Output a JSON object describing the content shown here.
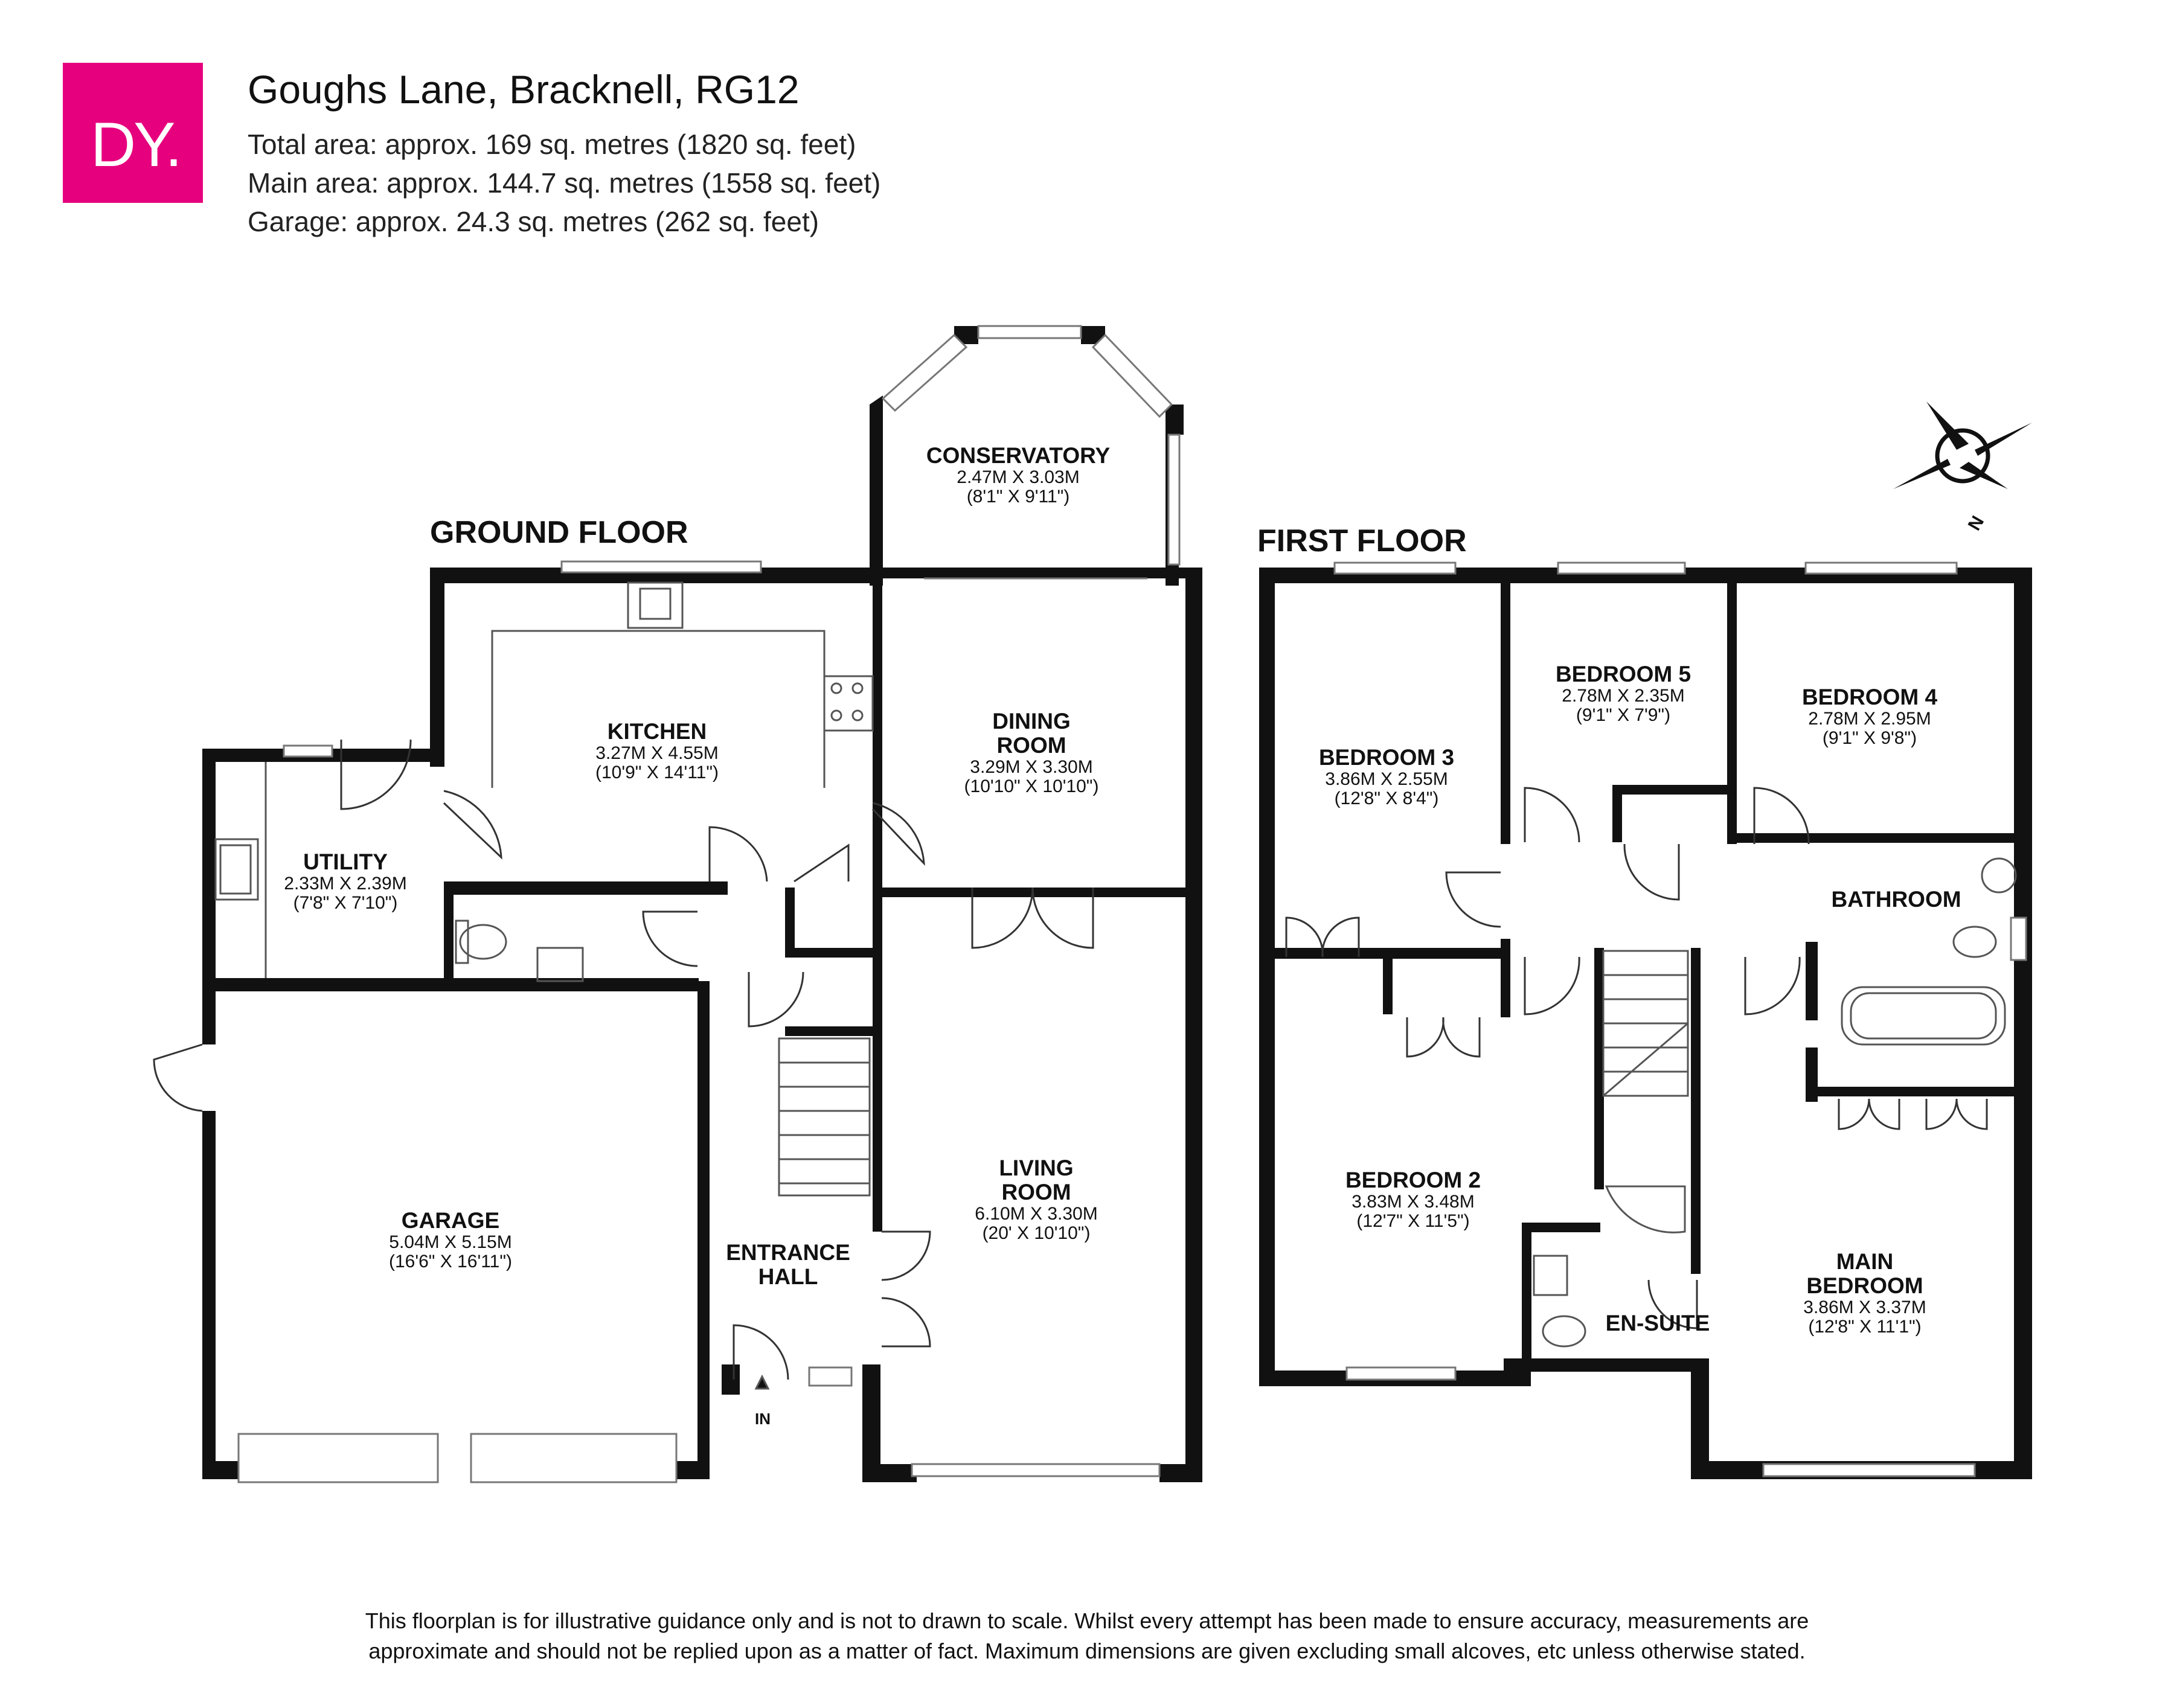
{
  "brand": {
    "logo_text": "DY.",
    "color": "#e6007e"
  },
  "header": {
    "title": "Goughs Lane, Bracknell, RG12",
    "total_area": "Total area: approx. 169 sq. metres (1820 sq. feet)",
    "main_area": "Main area: approx. 144.7 sq. metres (1558 sq. feet)",
    "garage_area": "Garage: approx. 24.3 sq. metres (262 sq. feet)"
  },
  "floors": {
    "ground": {
      "label": "GROUND FLOOR",
      "rooms": {
        "conservatory": {
          "name": "CONSERVATORY",
          "metric": "2.47M X 3.03M",
          "imperial": "(8'1\" X 9'11\")"
        },
        "kitchen": {
          "name": "KITCHEN",
          "metric": "3.27M X 4.55M",
          "imperial": "(10'9\" X 14'11\")"
        },
        "dining": {
          "name1": "DINING",
          "name2": "ROOM",
          "metric": "3.29M X 3.30M",
          "imperial": "(10'10\" X 10'10\")"
        },
        "utility": {
          "name": "UTILITY",
          "metric": "2.33M X 2.39M",
          "imperial": "(7'8\" X 7'10\")"
        },
        "garage": {
          "name": "GARAGE",
          "metric": "5.04M X 5.15M",
          "imperial": "(16'6\" X 16'11\")"
        },
        "living": {
          "name1": "LIVING",
          "name2": "ROOM",
          "metric": "6.10M X 3.30M",
          "imperial": "(20' X 10'10\")"
        },
        "hall": {
          "name1": "ENTRANCE",
          "name2": "HALL"
        }
      },
      "entrance_label": "IN"
    },
    "first": {
      "label": "FIRST FLOOR",
      "rooms": {
        "bed3": {
          "name": "BEDROOM 3",
          "metric": "3.86M X 2.55M",
          "imperial": "(12'8\" X 8'4\")"
        },
        "bed5": {
          "name": "BEDROOM 5",
          "metric": "2.78M X 2.35M",
          "imperial": "(9'1\" X 7'9\")"
        },
        "bed4": {
          "name": "BEDROOM 4",
          "metric": "2.78M X 2.95M",
          "imperial": "(9'1\" X 9'8\")"
        },
        "bathroom": {
          "name": "BATHROOM"
        },
        "bed2": {
          "name": "BEDROOM 2",
          "metric": "3.83M X 3.48M",
          "imperial": "(12'7\" X 11'5\")"
        },
        "ensuite": {
          "name": "EN-SUITE"
        },
        "main_bed": {
          "name1": "MAIN",
          "name2": "BEDROOM",
          "metric": "3.86M X 3.37M",
          "imperial": "(12'8\" X 11'1\")"
        }
      }
    }
  },
  "compass": {
    "label": "N"
  },
  "disclaimer": {
    "line1": "This floorplan is for illustrative guidance only and is not to drawn to scale. Whilst every attempt has been made to ensure accuracy, measurements are",
    "line2": "approximate and should not be replied upon as a matter of fact. Maximum dimensions are given excluding small alcoves, etc unless otherwise stated."
  }
}
